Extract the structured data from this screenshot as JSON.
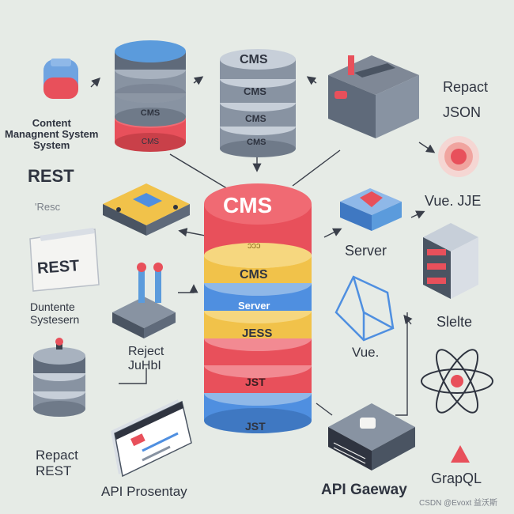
{
  "labels": {
    "content_system": "Content\nManagnent System\nSystem",
    "rest_left": "REST",
    "resc": "'Resc",
    "rest_card": "REST",
    "duntente": "Duntente\nSystesern",
    "reject_mid": "Reject\nJuHbI",
    "reject_rest": "Repact\nREST",
    "api_presentay": "API Prosentay",
    "repact_json": "Repact\nJSON",
    "vue_jse": "Vue. JJE",
    "server": "Server",
    "vue": "Vue.",
    "slelte": "Slelte",
    "api_gateway": "API Gaeway",
    "grapql": "GrapQL",
    "watermark": "CSDN @Evoxt 益沃斯"
  },
  "stack_top": [
    "CMS",
    "CMS",
    "CMS",
    "CMS"
  ],
  "stack_main": {
    "top": "CMS",
    "layers": [
      "ɔɔɔ",
      "CMS",
      "Server",
      "JESS",
      "JST",
      "JST"
    ]
  },
  "icons": {
    "beaker": "beaker-icon",
    "small_db_left": "database-stack-icon",
    "chip": "chip-module-icon",
    "rest_card_icon": "document-card-icon",
    "router": "router-icon",
    "browser": "browser-window-icon",
    "server_box": "server-box-icon",
    "red_target": "target-icon",
    "cube": "cube-icon",
    "server_rack": "server-rack-icon",
    "hex_frame": "hex-frame-icon",
    "atom": "atom-icon",
    "gateway": "gateway-device-icon",
    "triangle": "warning-triangle-icon"
  },
  "colors": {
    "background": "#e6ebe6",
    "red": "#e8505b",
    "yellow": "#f1c24a",
    "blue": "#4f8fe0",
    "gray": "#7f8896",
    "dark": "#2f3440"
  }
}
